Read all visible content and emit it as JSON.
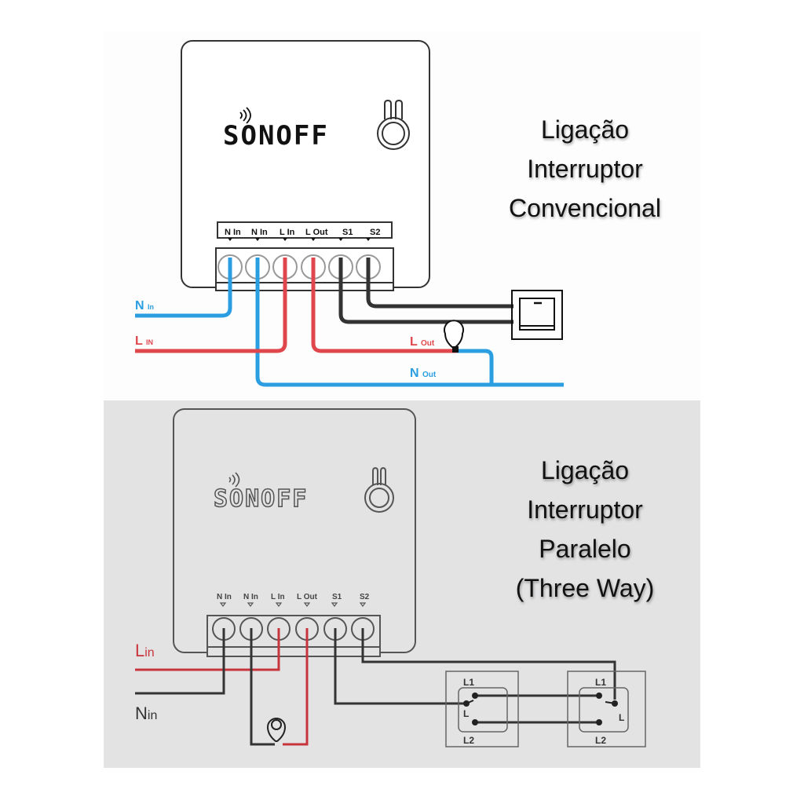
{
  "diagrams": [
    {
      "id": "conventional",
      "title_lines": [
        "Ligação",
        "Interruptor",
        "Convencional"
      ],
      "brand": "SONOFF",
      "terminal_labels": [
        "N In",
        "N In",
        "L In",
        "L Out",
        "S1",
        "S2"
      ],
      "wire_labels": {
        "n_in": {
          "main": "N",
          "sub": "In"
        },
        "l_in": {
          "main": "L",
          "sub": "IN"
        },
        "l_out": {
          "main": "L",
          "sub": "Out"
        },
        "n_out": {
          "main": "N",
          "sub": "Out"
        }
      },
      "colors": {
        "neutral": "#2a9ee0",
        "live": "#e0474c",
        "switch": "#333333"
      }
    },
    {
      "id": "three-way",
      "title_lines": [
        "Ligação",
        "Interruptor",
        "Paralelo",
        "(Three Way)"
      ],
      "brand": "SONOFF",
      "terminal_labels": [
        "N In",
        "N In",
        "L In",
        "L Out",
        "S1",
        "S2"
      ],
      "wire_labels": {
        "l_in": {
          "main": "L",
          "sub": "in"
        },
        "n_in": {
          "main": "N",
          "sub": "in"
        }
      },
      "switch_labels": {
        "l1": "L1",
        "l2": "L2",
        "common": "L"
      },
      "colors": {
        "neutral": "#333333",
        "live": "#c8343c",
        "switch": "#333333"
      }
    }
  ]
}
